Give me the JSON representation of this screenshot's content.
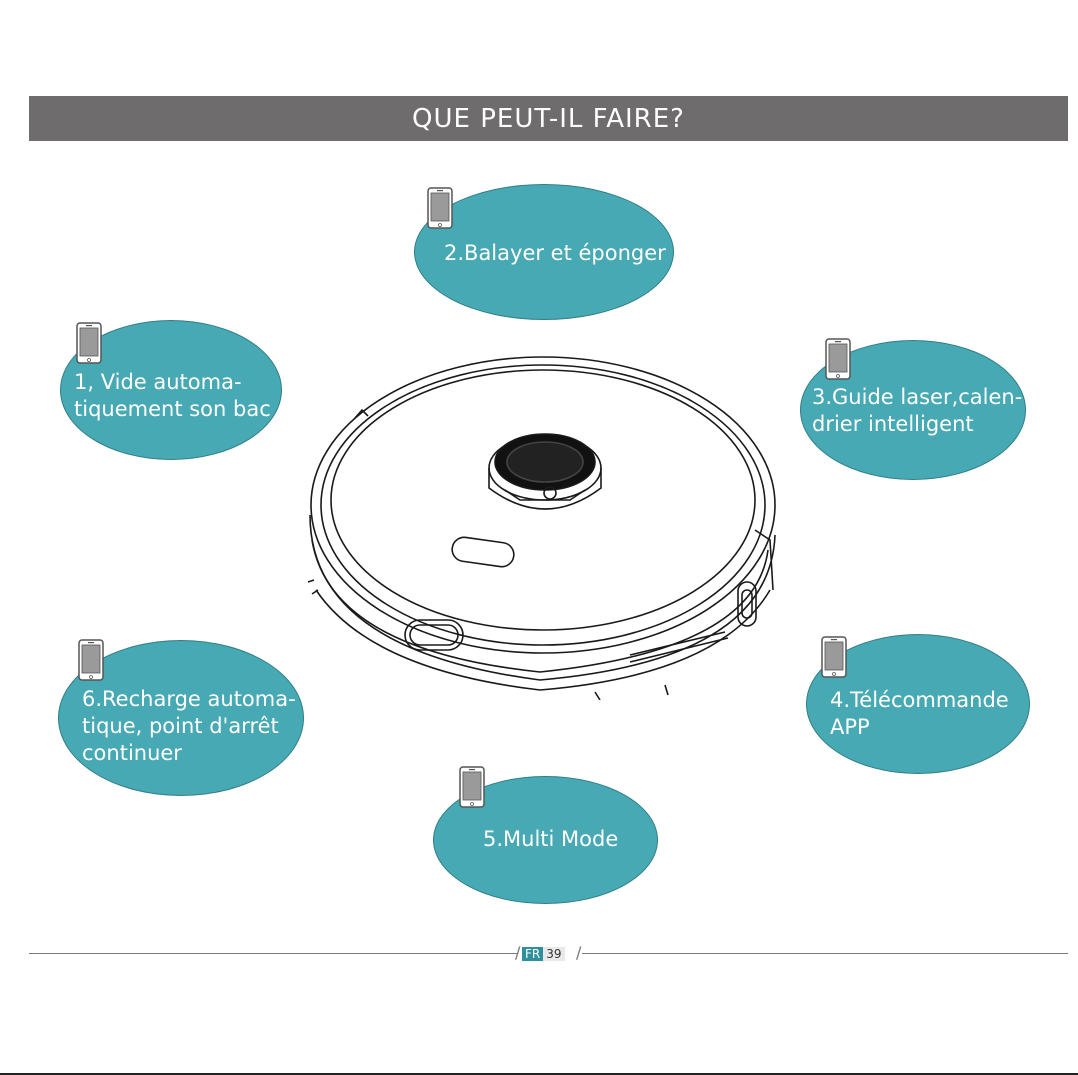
{
  "header": {
    "title": "QUE PEUT-IL FAIRE?"
  },
  "features": [
    {
      "id": "f1",
      "label": "1, Vide automa-\ntiquement son bac"
    },
    {
      "id": "f2",
      "label": "2.Balayer et éponger"
    },
    {
      "id": "f3",
      "label": "3.Guide laser,calen-\ndrier intelligent"
    },
    {
      "id": "f4",
      "label": "4.Télécommande\nAPP"
    },
    {
      "id": "f5",
      "label": "5.Multi Mode"
    },
    {
      "id": "f6",
      "label": "6.Recharge automa-\ntique, point d'arrêt\ncontinuer"
    }
  ],
  "footer": {
    "lang": "FR",
    "page": "39"
  },
  "colors": {
    "title_bar": "#6e6c6d",
    "bubble": "#47a9b3",
    "lang_badge": "#2f8f9b"
  }
}
